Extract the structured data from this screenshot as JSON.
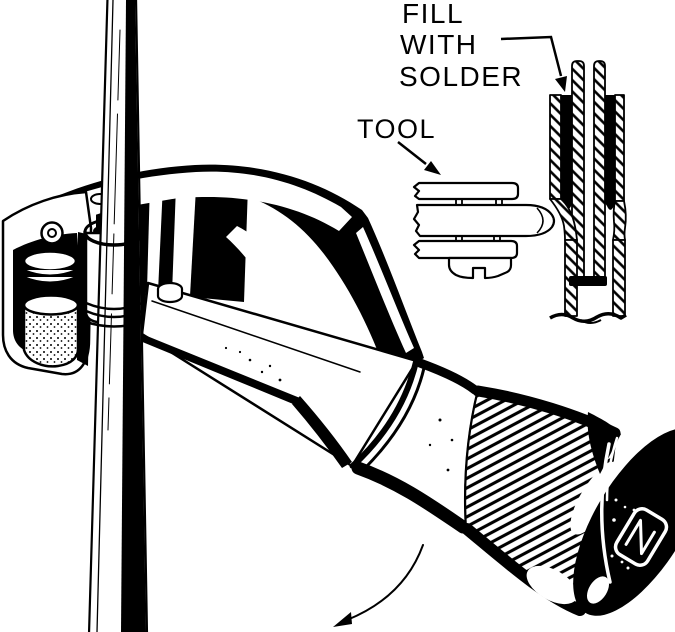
{
  "figure": {
    "colors": {
      "ink": "#000000",
      "paper": "#ffffff"
    },
    "callouts": {
      "fill_with_solder": {
        "line1": "FILL",
        "line2": "WITH",
        "line3": "SOLDER"
      },
      "tool": {
        "label": "TOOL"
      }
    }
  }
}
